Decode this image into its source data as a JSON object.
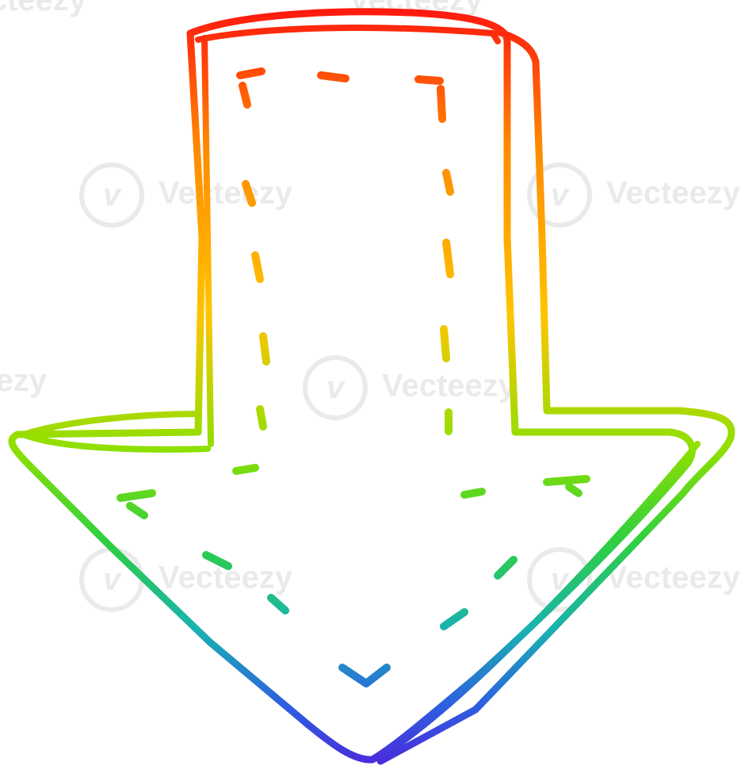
{
  "image": {
    "subject": "cartoon-down-arrow",
    "style": "rainbow-gradient-line-drawing",
    "background": "#ffffff",
    "gradient_colors": [
      "#ff1a0e",
      "#ff8a00",
      "#ffc400",
      "#8ee000",
      "#2fd040",
      "#18b2b0",
      "#2e5fe0",
      "#4a2bdc"
    ]
  },
  "watermark": {
    "brand": "Vecteezy",
    "tiles": [
      {
        "text": "Vecteezy"
      },
      {
        "text": "Vecteezy"
      },
      {
        "text": "Vecteezy"
      },
      {
        "text": "Vecteezy"
      },
      {
        "text": "Vecteezy"
      },
      {
        "text": "Vecteezy"
      },
      {
        "text": "Vecteezy"
      },
      {
        "text": "Vecteezy"
      }
    ]
  }
}
